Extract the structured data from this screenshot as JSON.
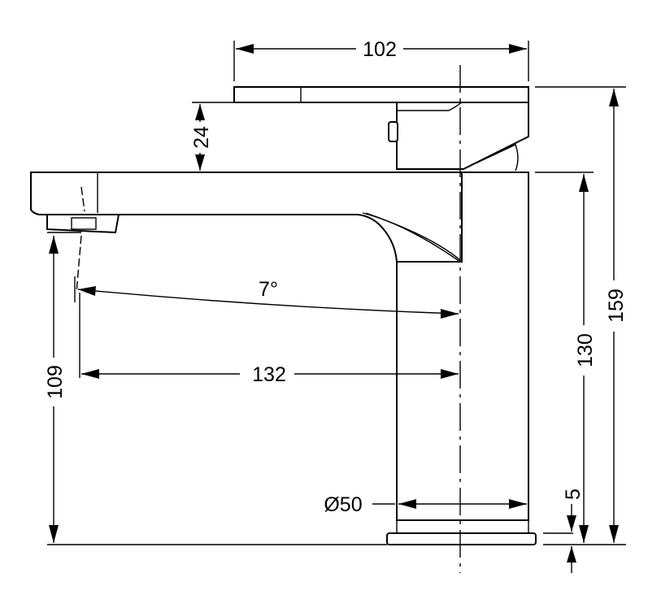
{
  "dimensions": {
    "handle_width": "102",
    "handle_height": "24",
    "total_height": "159",
    "body_height": "130",
    "spout_height": "109",
    "spout_reach": "132",
    "swivel_angle": "7°",
    "base_diameter": "Ø50",
    "base_thickness": "5"
  }
}
